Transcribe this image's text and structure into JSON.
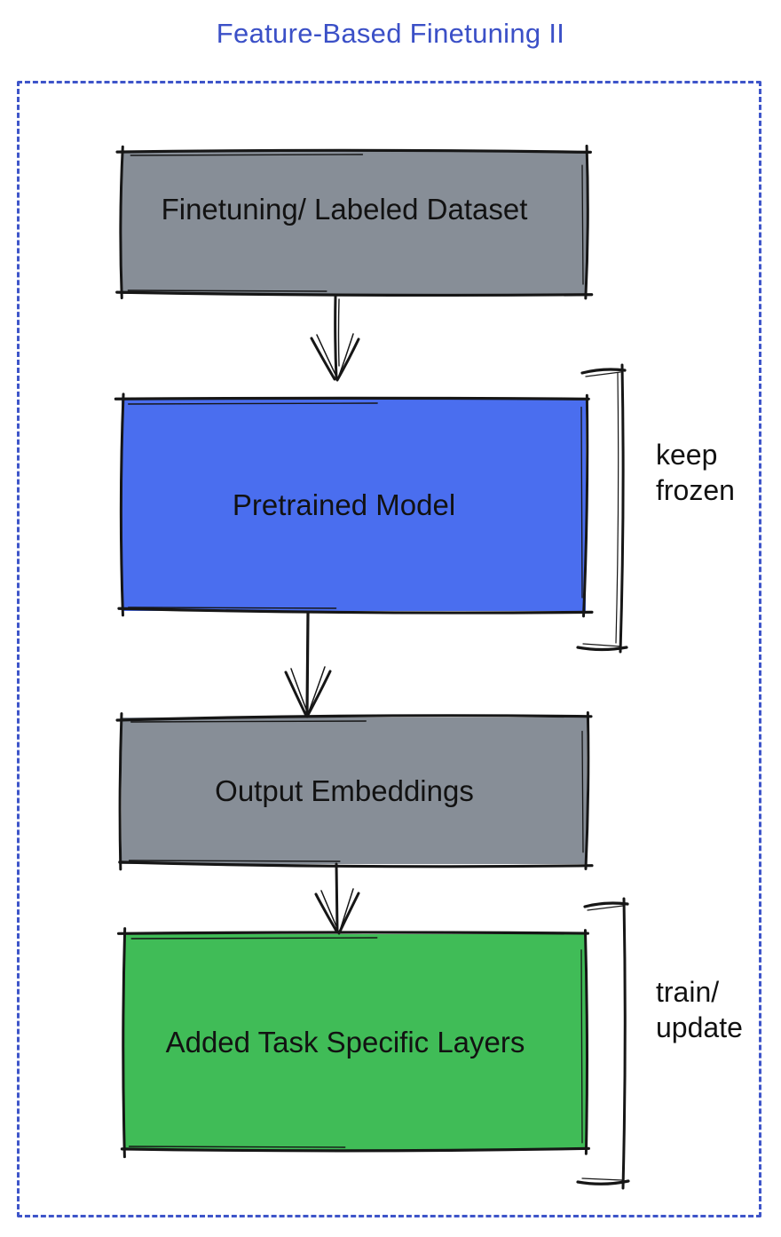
{
  "title": "Feature-Based Finetuning II",
  "diagram": {
    "type": "flowchart",
    "title_color": "#3B50C7",
    "frame_color": "#3E55C9",
    "ink_color": "#161616",
    "nodes": [
      {
        "id": "finetuning-dataset",
        "label": "Finetuning/ Labeled Dataset",
        "fill": "#878E97"
      },
      {
        "id": "pretrained-model",
        "label": "Pretrained Model",
        "fill": "#4A6EEF"
      },
      {
        "id": "output-embeddings",
        "label": "Output Embeddings",
        "fill": "#878E97"
      },
      {
        "id": "added-task-specific-layers",
        "label": "Added Task Specific Layers",
        "fill": "#40BC57"
      }
    ],
    "edges": [
      {
        "from": "finetuning-dataset",
        "to": "pretrained-model"
      },
      {
        "from": "pretrained-model",
        "to": "output-embeddings"
      },
      {
        "from": "output-embeddings",
        "to": "added-task-specific-layers"
      }
    ],
    "annotations": [
      {
        "id": "keep-frozen",
        "target": "pretrained-model",
        "lines": [
          "keep",
          "frozen"
        ]
      },
      {
        "id": "train-update",
        "target": "added-task-specific-layers",
        "lines": [
          "train/",
          "update"
        ]
      }
    ]
  }
}
